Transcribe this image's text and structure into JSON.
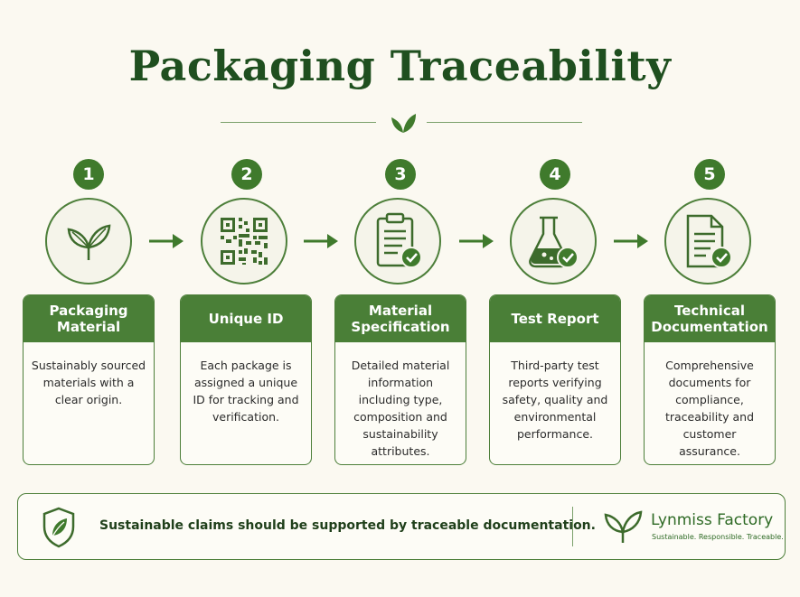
{
  "title": "Packaging Traceability",
  "steps": [
    {
      "number": "1",
      "heading": "Packaging Material",
      "icon": "leaf-sprout-icon",
      "description": "Sustainably sourced materials with a clear origin."
    },
    {
      "number": "2",
      "heading": "Unique ID",
      "icon": "qr-code-icon",
      "description": "Each package is assigned a unique ID for tracking and verification."
    },
    {
      "number": "3",
      "heading": "Material Specification",
      "icon": "clipboard-check-icon",
      "description": "Detailed material information including type, composition and sustainability attributes."
    },
    {
      "number": "4",
      "heading": "Test Report",
      "icon": "lab-flask-check-icon",
      "description": "Third-party test reports verifying safety, quality and environmental performance."
    },
    {
      "number": "5",
      "heading": "Technical Documentation",
      "icon": "document-check-icon",
      "description": "Comprehensive documents for compliance, traceability and customer assurance."
    }
  ],
  "footer": {
    "icon": "shield-leaf-icon",
    "text": "Sustainable claims should be supported by traceable documentation.",
    "brand_name": "Lynmiss Factory",
    "brand_tagline": "Sustainable. Responsible. Traceable."
  },
  "colors": {
    "primary_green": "#4a7f37",
    "dark_green": "#1f4f1f",
    "background": "#fbf9f1"
  }
}
